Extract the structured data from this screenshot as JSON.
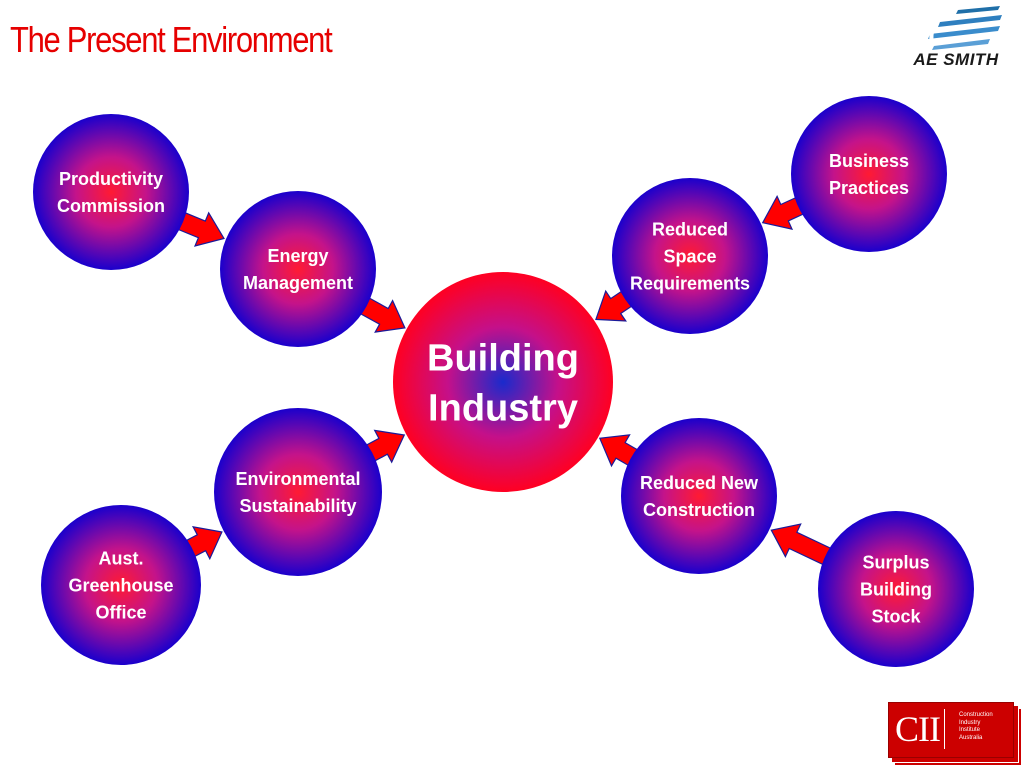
{
  "slide": {
    "title": "The Present Environment"
  },
  "logos": {
    "ae_smith": {
      "text": "AE SMITH",
      "icon": "ae-smith-stripes-logo"
    },
    "cii": {
      "mark": "CII",
      "lines": [
        "Construction",
        "Industry",
        "Institute",
        "Australia"
      ]
    }
  },
  "colors": {
    "title": "#e60000",
    "arrow_fill": "#ff0000",
    "arrow_stroke": "#1a1a99",
    "node_core": "#ff1a33",
    "node_rim": "#1a00cc",
    "node_text": "#ffffff",
    "center_core": "#1a2acc",
    "center_rim": "#ff0022"
  },
  "diagram": {
    "center": {
      "lines": [
        "Building",
        "Industry"
      ]
    },
    "nodes": [
      {
        "id": "productivity-commission",
        "lines": [
          "Productivity",
          "Commission"
        ]
      },
      {
        "id": "energy-management",
        "lines": [
          "Energy",
          "Management"
        ]
      },
      {
        "id": "environmental-sustainability",
        "lines": [
          "Environmental",
          "Sustainability"
        ]
      },
      {
        "id": "aust-greenhouse-office",
        "lines": [
          "Aust.",
          "Greenhouse",
          "Office"
        ]
      },
      {
        "id": "business-practices",
        "lines": [
          "Business",
          "Practices"
        ]
      },
      {
        "id": "reduced-space-requirements",
        "lines": [
          "Reduced",
          "Space",
          "Requirements"
        ]
      },
      {
        "id": "reduced-new-construction",
        "lines": [
          "Reduced New",
          "Construction"
        ]
      },
      {
        "id": "surplus-building-stock",
        "lines": [
          "Surplus",
          "Building",
          "Stock"
        ]
      }
    ],
    "connections": [
      {
        "from": "productivity-commission",
        "to": "energy-management"
      },
      {
        "from": "energy-management",
        "to": "building-industry"
      },
      {
        "from": "aust-greenhouse-office",
        "to": "environmental-sustainability"
      },
      {
        "from": "environmental-sustainability",
        "to": "building-industry"
      },
      {
        "from": "business-practices",
        "to": "reduced-space-requirements"
      },
      {
        "from": "reduced-space-requirements",
        "to": "building-industry"
      },
      {
        "from": "surplus-building-stock",
        "to": "reduced-new-construction"
      },
      {
        "from": "reduced-new-construction",
        "to": "building-industry"
      }
    ]
  }
}
